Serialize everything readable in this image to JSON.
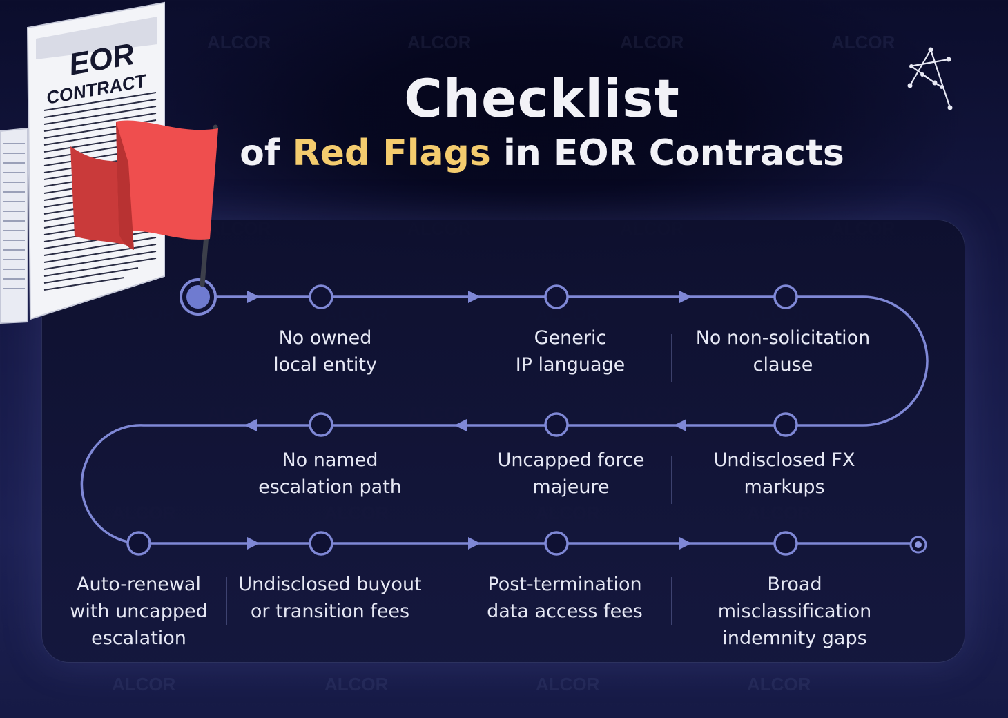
{
  "watermark": "ALCOR",
  "title": {
    "main": "Checklist",
    "prefix": "of",
    "highlight": "Red Flags",
    "suffix": "in EOR Contracts"
  },
  "document": {
    "line1": "EOR",
    "line2": "CONTRACT"
  },
  "colors": {
    "background": "#171a47",
    "accent": "#f4cc6e",
    "flag": "#ef4e4e",
    "path": "#7f88d6",
    "text": "#e6e8f4"
  },
  "steps": [
    {
      "line1": "No owned",
      "line2": "local entity"
    },
    {
      "line1": "Generic",
      "line2": "IP language"
    },
    {
      "line1": "No non-solicitation",
      "line2": "clause"
    },
    {
      "line1": "Undisclosed FX",
      "line2": "markups"
    },
    {
      "line1": "Uncapped force",
      "line2": "majeure"
    },
    {
      "line1": "No named",
      "line2": "escalation path"
    },
    {
      "line1": "Auto-renewal",
      "line2": "with uncapped",
      "line3": "escalation"
    },
    {
      "line1": "Undisclosed buyout",
      "line2": "or transition fees"
    },
    {
      "line1": "Post-termination",
      "line2": "data access fees"
    },
    {
      "line1": "Broad misclassification",
      "line2": "indemnity gaps"
    }
  ]
}
